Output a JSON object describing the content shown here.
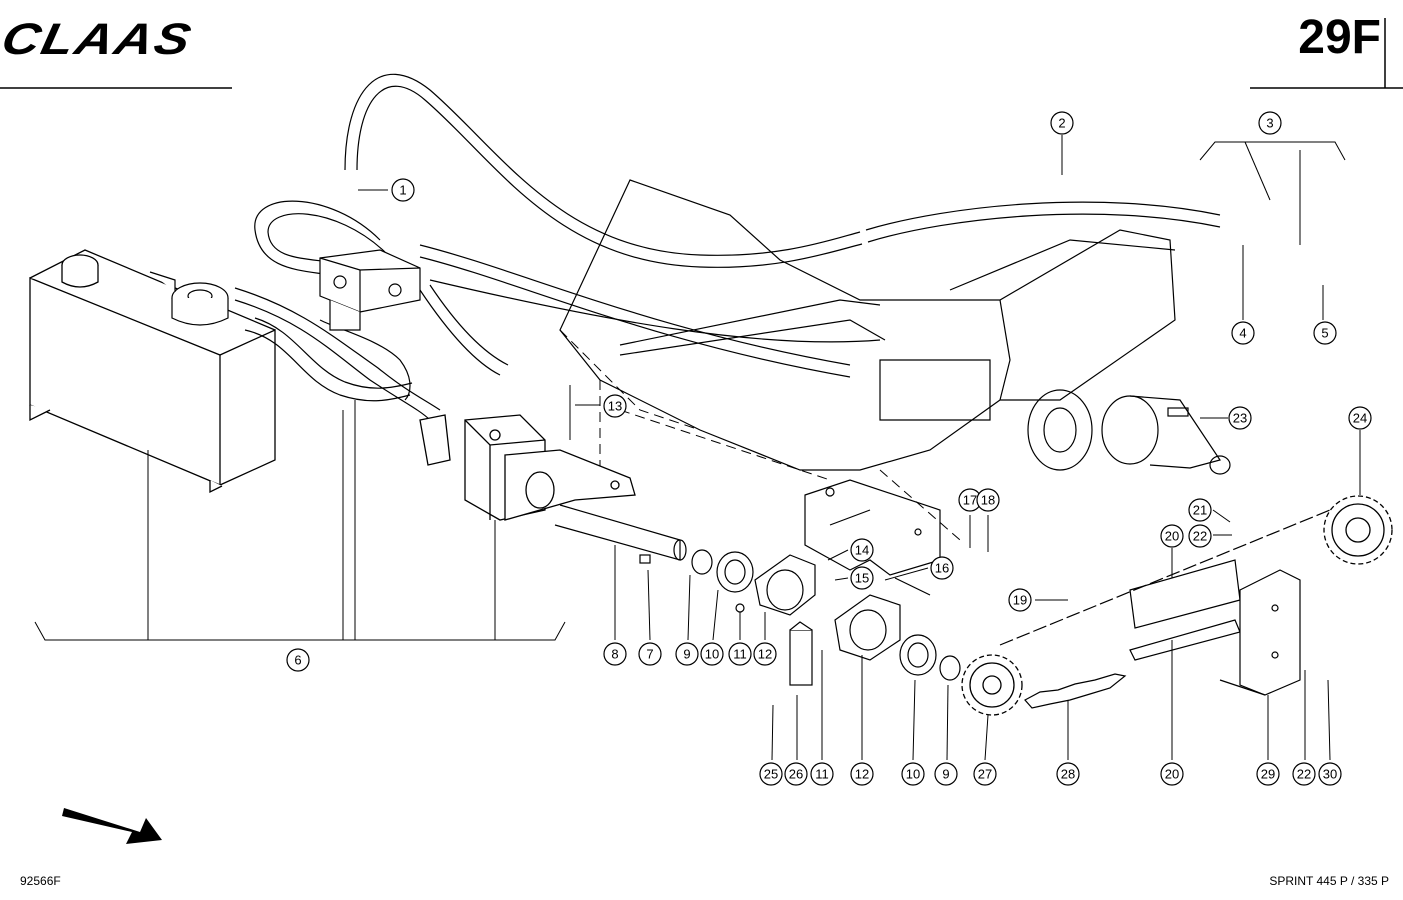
{
  "header": {
    "logo": "CLAAS",
    "sheet_number": "29F"
  },
  "footer": {
    "drawing_number": "92566F",
    "model": "SPRINT 445 P / 335 P"
  },
  "callouts": [
    "1",
    "2",
    "3",
    "4",
    "5",
    "6",
    "7",
    "8",
    "9",
    "10",
    "11",
    "12",
    "13",
    "14",
    "15",
    "16",
    "17",
    "18",
    "19",
    "20",
    "21",
    "22",
    "23",
    "24",
    "25",
    "26",
    "27",
    "28",
    "29",
    "30"
  ],
  "colors": {
    "line": "#000000",
    "background": "#ffffff"
  },
  "icons": {
    "direction": "direction-arrow-icon"
  }
}
